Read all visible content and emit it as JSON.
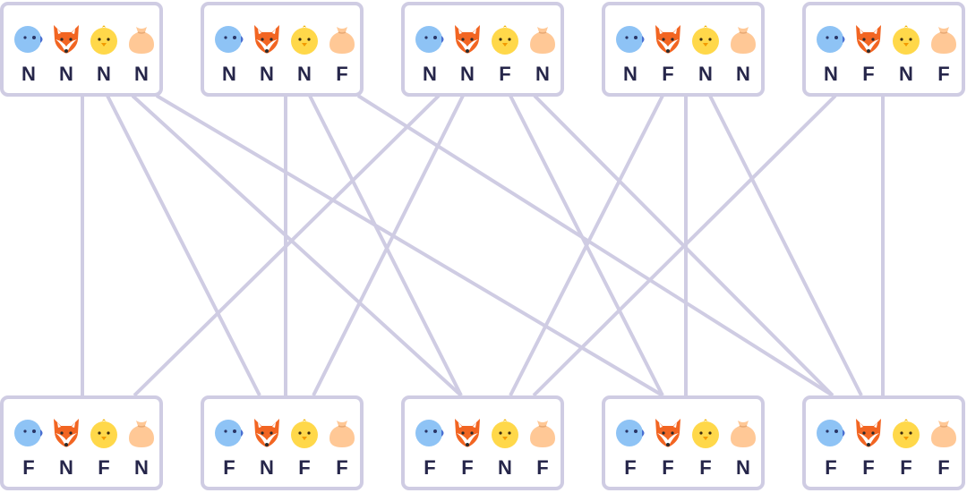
{
  "diagram": {
    "icon_order": [
      "blue-bird-icon",
      "fox-icon",
      "chick-icon",
      "sack-icon"
    ],
    "colors": {
      "edge": "#cfcce3",
      "node_border": "#cfcce3",
      "label": "#26264a",
      "bird": "#8ec3f5",
      "fox": "#f26522",
      "chick": "#ffd84a",
      "sack": "#ffc896"
    },
    "top_nodes": [
      {
        "labels": [
          "N",
          "N",
          "N",
          "N"
        ]
      },
      {
        "labels": [
          "N",
          "N",
          "N",
          "F"
        ]
      },
      {
        "labels": [
          "N",
          "N",
          "F",
          "N"
        ]
      },
      {
        "labels": [
          "N",
          "F",
          "N",
          "N"
        ]
      },
      {
        "labels": [
          "N",
          "F",
          "N",
          "F"
        ]
      }
    ],
    "bottom_nodes": [
      {
        "labels": [
          "F",
          "N",
          "F",
          "N"
        ]
      },
      {
        "labels": [
          "F",
          "N",
          "F",
          "F"
        ]
      },
      {
        "labels": [
          "F",
          "F",
          "N",
          "F"
        ]
      },
      {
        "labels": [
          "F",
          "F",
          "F",
          "N"
        ]
      },
      {
        "labels": [
          "F",
          "F",
          "F",
          "F"
        ]
      }
    ],
    "edges": [
      [
        "top-0",
        "bottom-0"
      ],
      [
        "top-0",
        "bottom-1"
      ],
      [
        "top-0",
        "bottom-2"
      ],
      [
        "top-0",
        "bottom-3"
      ],
      [
        "top-1",
        "bottom-1"
      ],
      [
        "top-1",
        "bottom-2"
      ],
      [
        "top-1",
        "bottom-4"
      ],
      [
        "top-2",
        "bottom-0"
      ],
      [
        "top-2",
        "bottom-1"
      ],
      [
        "top-2",
        "bottom-3"
      ],
      [
        "top-2",
        "bottom-4"
      ],
      [
        "top-3",
        "bottom-2"
      ],
      [
        "top-3",
        "bottom-3"
      ],
      [
        "top-3",
        "bottom-4"
      ],
      [
        "top-4",
        "bottom-2"
      ],
      [
        "top-4",
        "bottom-4"
      ]
    ]
  }
}
